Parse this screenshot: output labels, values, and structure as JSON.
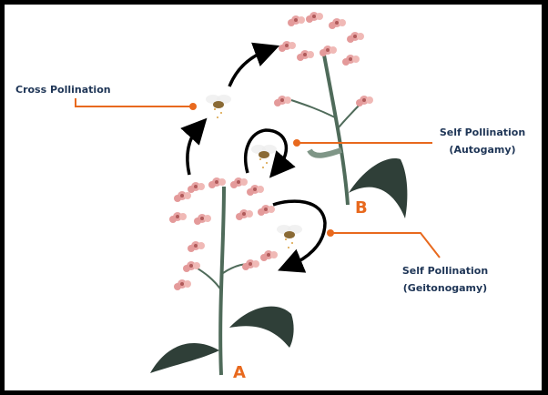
{
  "labels": {
    "cross": "Cross Pollination",
    "autogamy_line1": "Self Pollination",
    "autogamy_line2": "(Autogamy)",
    "geitonogamy_line1": "Self Pollination",
    "geitonogamy_line2": "(Geitonogamy)"
  },
  "plants": {
    "a": "A",
    "b": "B"
  },
  "colors": {
    "accent": "#e8691e",
    "text": "#1e3556",
    "stem": "#4f6b5a",
    "leaf": "#2f3f38",
    "flower": "#e7a3a3"
  }
}
